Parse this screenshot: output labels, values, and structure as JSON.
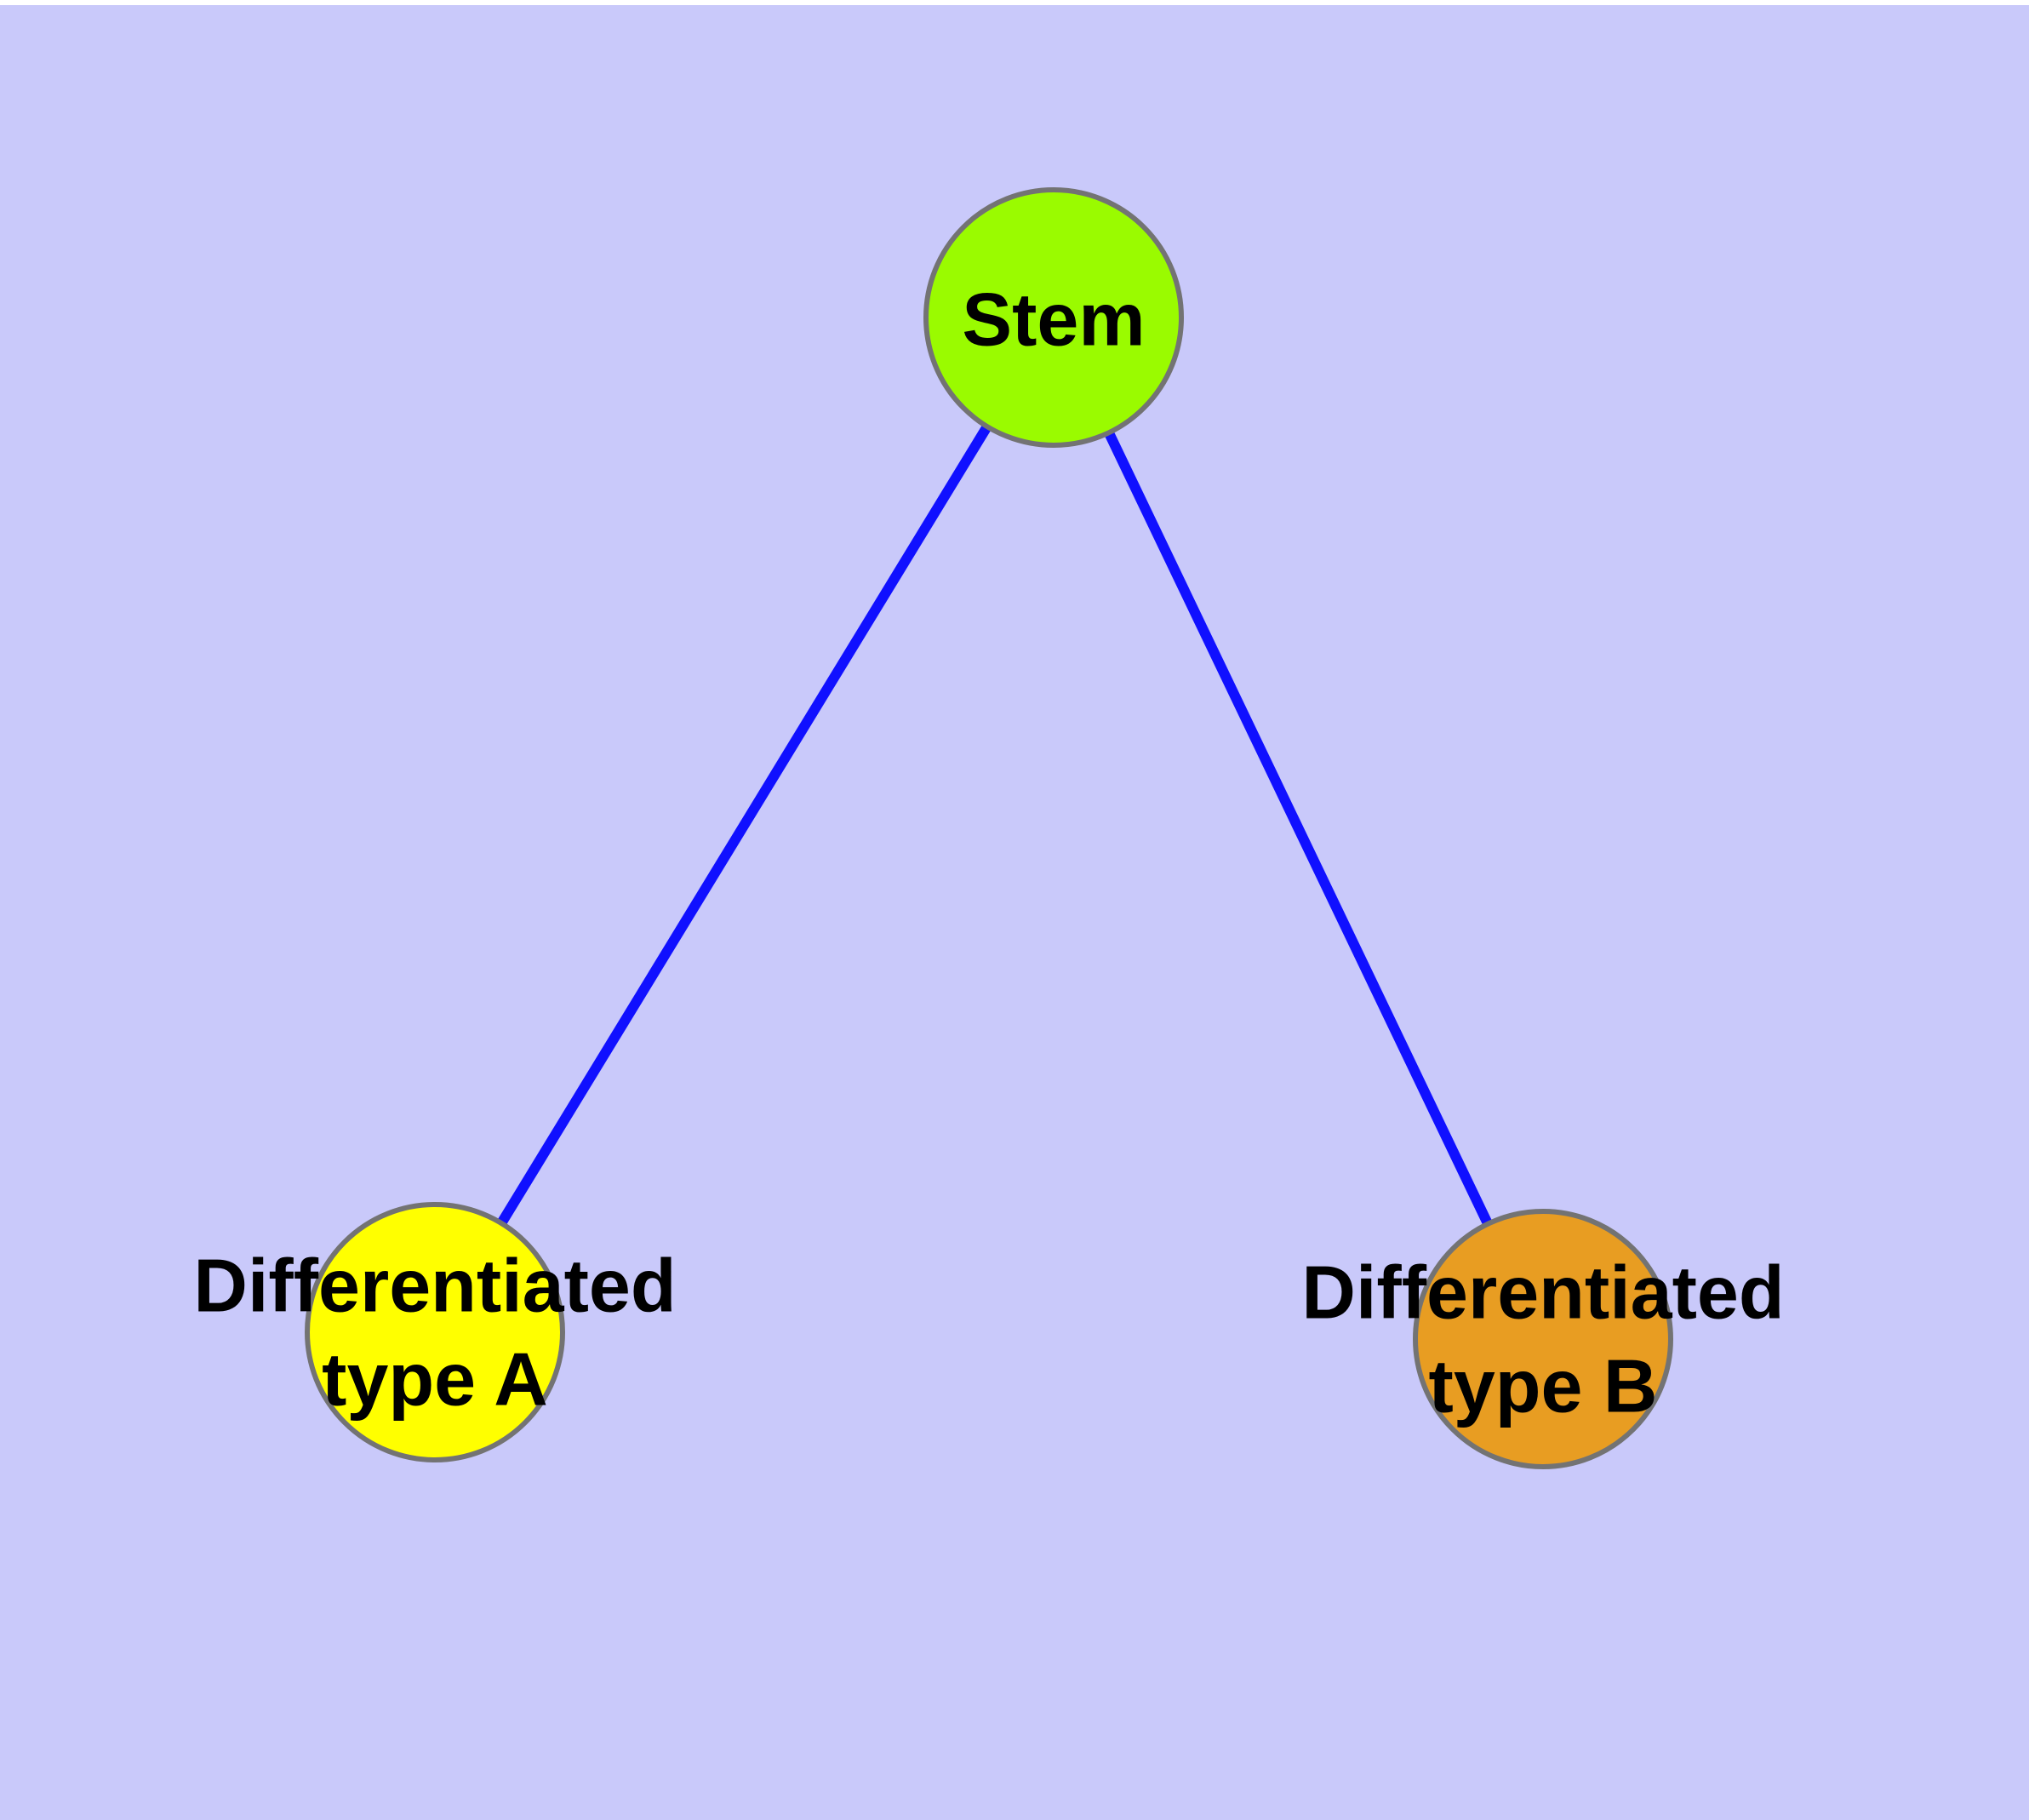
{
  "diagram": {
    "background_color": "#C9C9FA",
    "window_margin_color": "#FFFFFF",
    "edge_color": "#1010FF",
    "node_border_color": "#737373",
    "label_color": "#000000",
    "nodes": [
      {
        "id": "stem",
        "label": "Stem",
        "label_lines": [
          "Stem"
        ],
        "fill": "#9AFB00"
      },
      {
        "id": "differentiated-type-a",
        "label": "Differentiated type A",
        "label_lines": [
          "Differentiated",
          "type A"
        ],
        "fill": "#FFFF00"
      },
      {
        "id": "differentiated-type-b",
        "label": "Differentiated type B",
        "label_lines": [
          "Differentiated",
          "type B"
        ],
        "fill": "#E89D22"
      }
    ],
    "edges": [
      {
        "from": "stem",
        "to": "differentiated-type-a"
      },
      {
        "from": "stem",
        "to": "differentiated-type-b"
      }
    ]
  }
}
